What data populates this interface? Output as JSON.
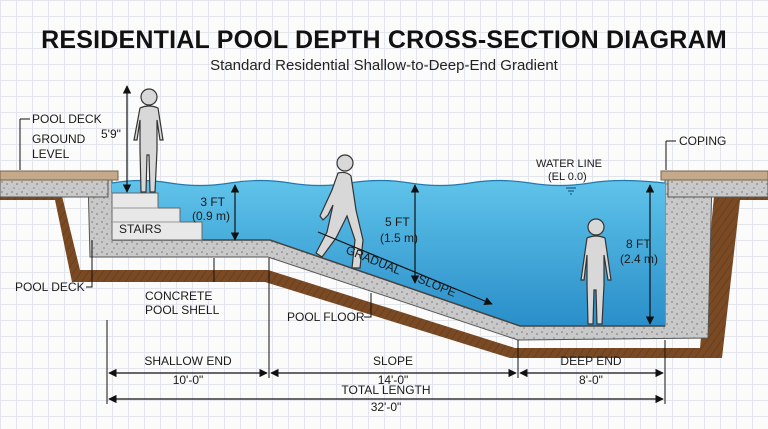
{
  "title": "RESIDENTIAL POOL DEPTH CROSS-SECTION DIAGRAM",
  "subtitle": "Standard Residential Shallow-to-Deep-End Gradient",
  "labels": {
    "pool_deck_top": "POOL DECK",
    "ground_level_1": "GROUND",
    "ground_level_2": "LEVEL",
    "person_height": "5'9\"",
    "coping": "COPING",
    "water_line": "WATER LINE",
    "elevation": "(EL 0.0)",
    "stairs": "STAIRS",
    "pool_deck_bottom": "POOL DECK",
    "concrete_1": "CONCRETE",
    "concrete_2": "POOL SHELL",
    "pool_floor": "POOL FLOOR",
    "gradual": "GRADUAL",
    "slope_word": "SLOPE"
  },
  "depths": {
    "shallow_ft": "3 FT",
    "shallow_m": "(0.9 m)",
    "mid_ft": "5 FT",
    "mid_m": "(1.5 m)",
    "deep_ft": "8 FT",
    "deep_m": "(2.4 m)"
  },
  "sections": {
    "shallow_label": "SHALLOW END",
    "shallow_len": "10'-0\"",
    "slope_label": "SLOPE",
    "slope_len": "14'-0\"",
    "deep_label": "DEEP END",
    "deep_len": "8'-0\"",
    "total_label": "TOTAL LENGTH",
    "total_len": "32'-0\""
  },
  "colors": {
    "water_top": "#5fc3ea",
    "water_bottom": "#2a8ec9",
    "soil": "#7a4a25",
    "concrete": "#c9c9c9",
    "deck": "#c4a98a"
  }
}
